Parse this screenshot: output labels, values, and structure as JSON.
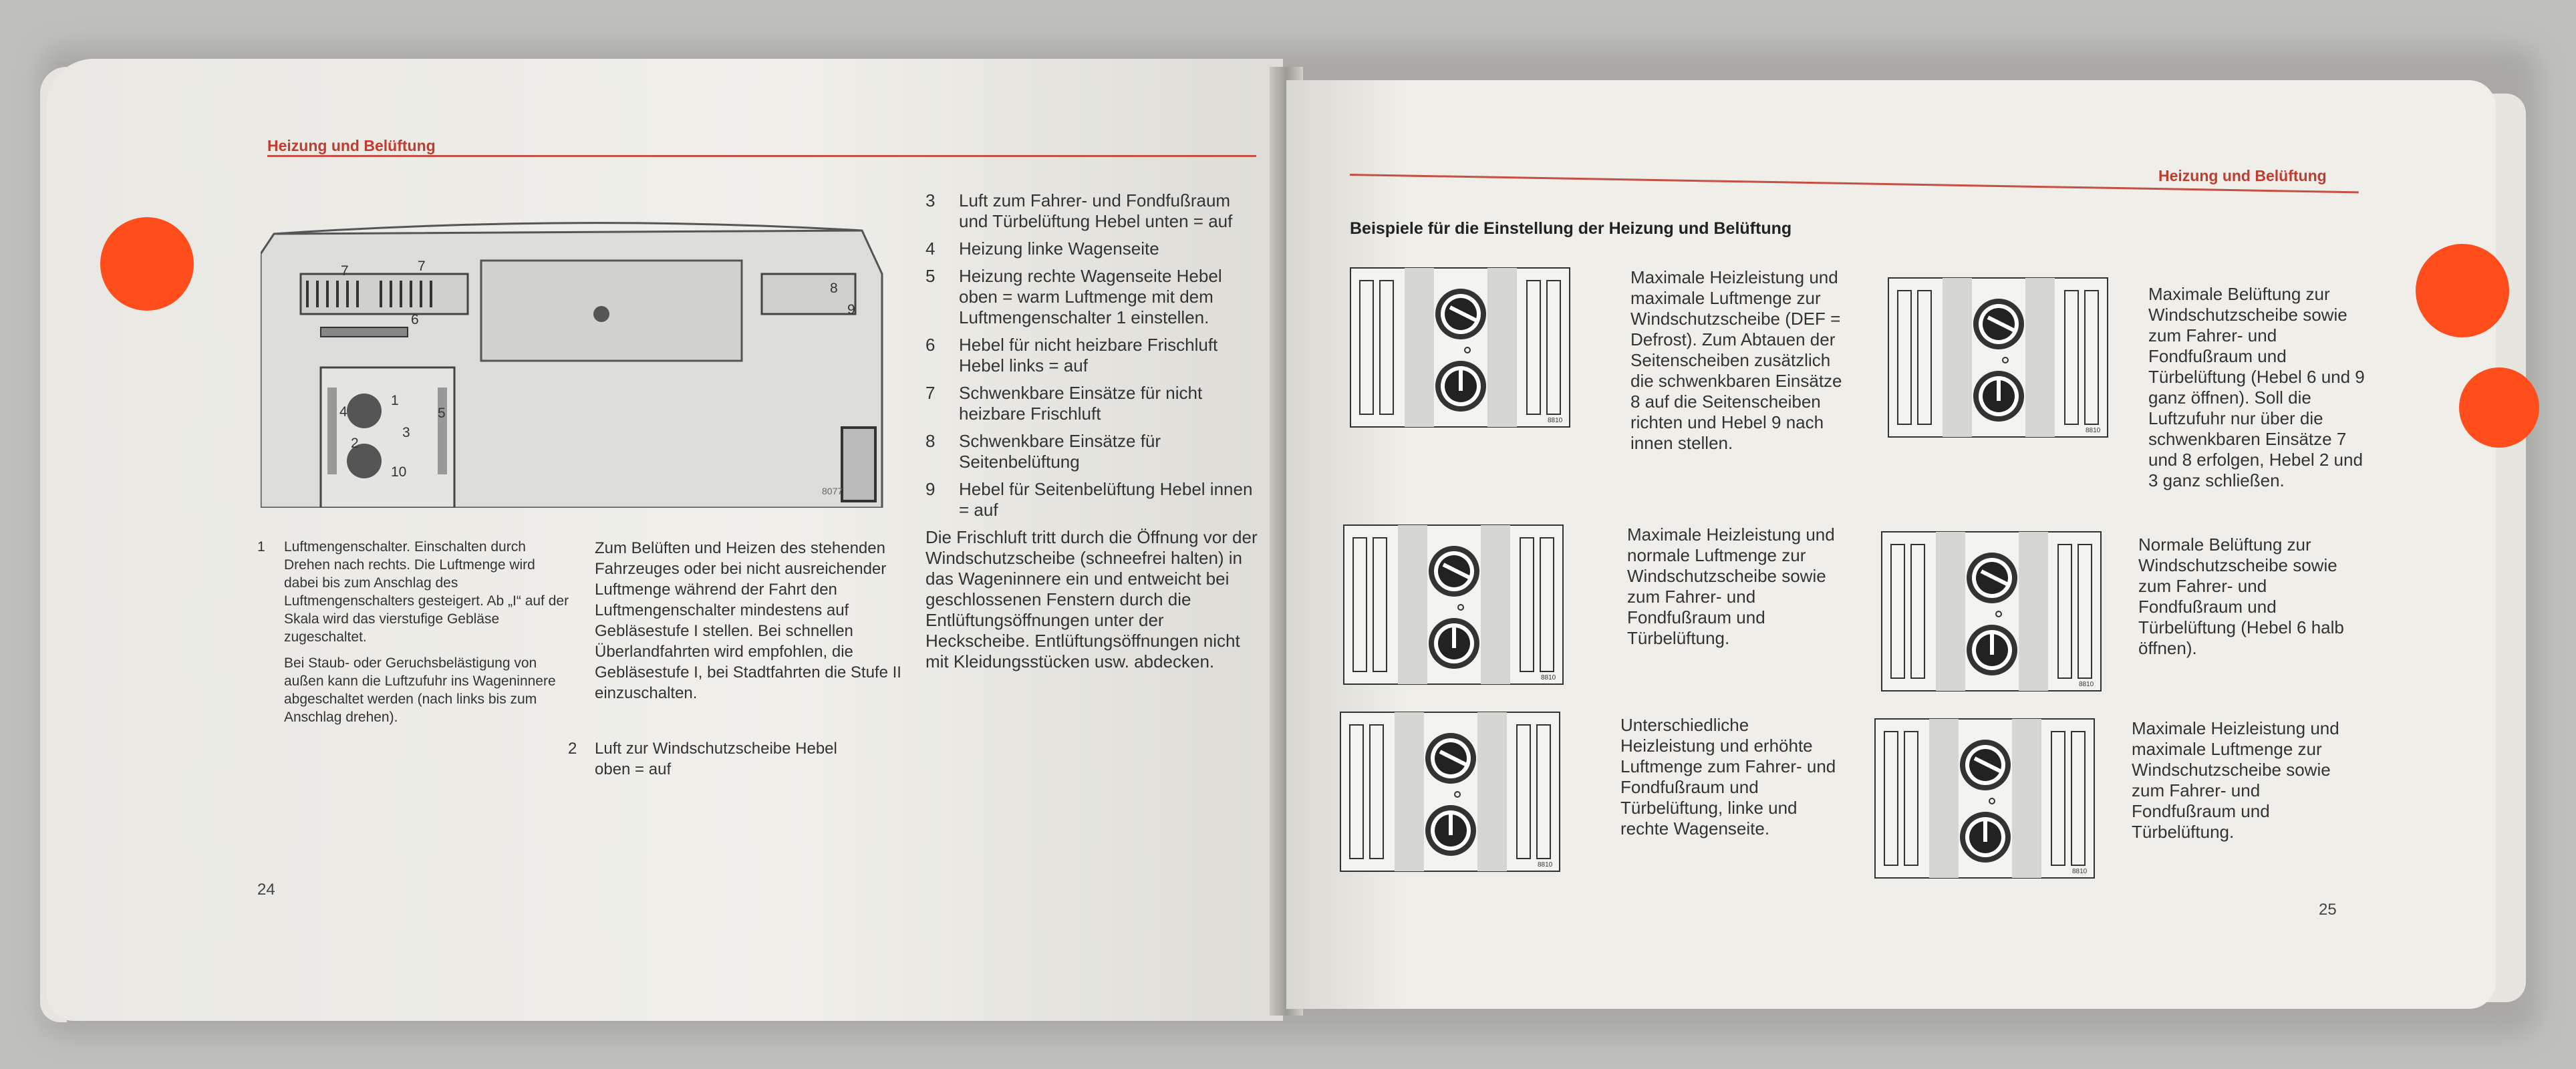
{
  "header": "Heizung und Belüftung",
  "left_page": {
    "page_number": "24",
    "figure": {
      "callouts": [
        "7",
        "7",
        "6",
        "8",
        "9",
        "4",
        "1",
        "2",
        "3",
        "5",
        "10"
      ],
      "figure_id": "8077"
    },
    "col1": {
      "item1_num": "1",
      "item1_text": "Luftmengenschalter. Einschalten durch Drehen nach rechts. Die Luftmenge wird dabei bis zum Anschlag des Luftmengenschalters gesteigert. Ab „I“ auf der Skala wird das vierstufige Gebläse zugeschaltet.",
      "item1_note": "Bei Staub- oder Geruchsbelästigung von außen kann die Luftzufuhr ins Wageninnere abgeschaltet werden (nach links bis zum Anschlag drehen)."
    },
    "col2": {
      "para": "Zum Belüften und Heizen des stehenden Fahrzeuges oder bei nicht ausreichender Luftmenge während der Fahrt den Luftmengenschalter mindestens auf Gebläsestufe I stellen. Bei schnellen Überlandfahrten wird empfohlen, die Gebläsestufe I, bei Stadtfahrten die Stufe II einzuschalten.",
      "item2_num": "2",
      "item2_text": "Luft zur Windschutzscheibe Hebel oben = auf"
    },
    "col3": {
      "items": [
        {
          "num": "3",
          "text": "Luft zum Fahrer- und Fondfußraum und Türbelüftung Hebel unten = auf"
        },
        {
          "num": "4",
          "text": "Heizung linke Wagenseite"
        },
        {
          "num": "5",
          "text": "Heizung rechte Wagenseite Hebel oben = warm Luftmenge mit dem Luftmengenschalter 1 einstellen."
        },
        {
          "num": "6",
          "text": "Hebel für nicht heizbare Frischluft Hebel links = auf"
        },
        {
          "num": "7",
          "text": "Schwenkbare Einsätze für nicht heizbare Frischluft"
        },
        {
          "num": "8",
          "text": "Schwenkbare Einsätze für Seitenbelüftung"
        },
        {
          "num": "9",
          "text": "Hebel für Seitenbelüftung Hebel innen = auf"
        }
      ],
      "para": "Die Frischluft tritt durch die Öffnung vor der Windschutzscheibe (schneefrei halten) in das Wageninnere ein und entweicht bei geschlossenen Fenstern durch die Entlüftungsöffnungen unter der Heckscheibe. Entlüftungsöffnungen nicht mit Kleidungsstücken usw. abdecken."
    }
  },
  "right_page": {
    "page_number": "25",
    "title": "Beispiele für die Einstellung der Heizung und Belüftung",
    "panel_id": "8810",
    "examples": [
      {
        "caption": "Maximale Heizleistung und maximale Luftmenge zur Windschutzscheibe (DEF = Defrost). Zum Abtauen der Seitenscheiben zusätzlich die schwenkbaren Einsätze 8 auf die Seitenscheiben richten und Hebel 9 nach innen stellen."
      },
      {
        "caption": "Maximale Belüftung zur Windschutzscheibe sowie zum Fahrer- und Fondfußraum und Türbelüftung (Hebel 6 und 9 ganz öffnen). Soll die Luftzufuhr nur über die schwenkbaren Einsätze 7 und 8 erfolgen, Hebel 2 und 3 ganz schließen."
      },
      {
        "caption": "Maximale Heizleistung und normale Luftmenge zur Windschutzscheibe sowie zum Fahrer- und Fondfußraum und Türbelüftung."
      },
      {
        "caption": "Normale Belüftung zur Windschutzscheibe sowie zum Fahrer- und Fondfußraum und Türbelüftung (Hebel 6 halb öffnen)."
      },
      {
        "caption": "Unterschiedliche Heizleistung und erhöhte Luftmenge zum Fahrer- und Fondfußraum und Türbelüftung, linke und rechte Wagenseite."
      },
      {
        "caption": "Maximale Heizleistung und maximale Luftmenge zur Windschutzscheibe sowie zum Fahrer- und Fondfußraum und Türbelüftung."
      }
    ]
  },
  "colors": {
    "accent": "#c23b2f",
    "tab": "#ff4d1c",
    "paper": "#ecebe6"
  }
}
